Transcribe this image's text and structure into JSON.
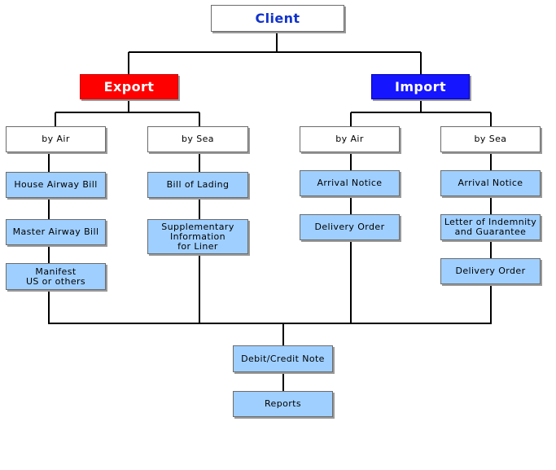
{
  "client": "Client",
  "export": {
    "title": "Export",
    "air": {
      "title": "by Air",
      "items": [
        "House Airway Bill",
        "Master Airway Bill",
        "Manifest\nUS or others"
      ]
    },
    "sea": {
      "title": "by Sea",
      "items": [
        "Bill of Lading",
        "Supplementary\nInformation\nfor Liner"
      ]
    }
  },
  "import": {
    "title": "Import",
    "air": {
      "title": "by Air",
      "items": [
        "Arrival Notice",
        "Delivery Order"
      ]
    },
    "sea": {
      "title": "by Sea",
      "items": [
        "Arrival Notice",
        "Letter of Indemnity\nand Guarantee",
        "Delivery Order"
      ]
    }
  },
  "common": [
    "Debit/Credit Note",
    "Reports"
  ],
  "colors": {
    "export": "#ff0000",
    "import": "#1515ff",
    "document_box": "#9fcfff",
    "client_text": "#1133cc",
    "line": "#000000"
  }
}
